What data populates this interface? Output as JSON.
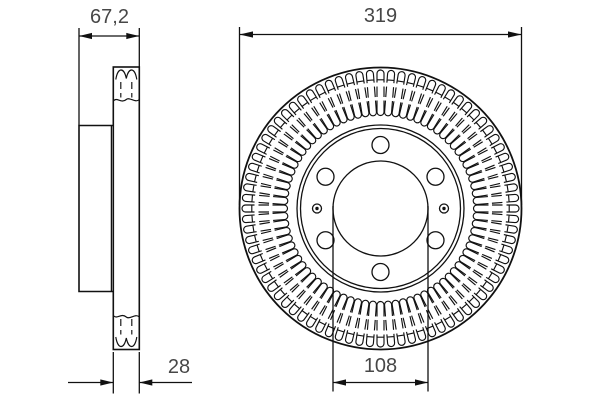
{
  "drawing": {
    "kind": "brake-disc-technical-drawing",
    "dimensions": {
      "overall_width_mm": "67,2",
      "outer_diameter_mm": "319",
      "center_bore_mm": "108",
      "thickness_mm": "28"
    },
    "front_view": {
      "vent_slot_count": 80,
      "bolt_hole_count": 6,
      "bolt_hole_angles_deg": [
        90,
        150,
        210,
        270,
        330,
        30
      ],
      "pin_hole_angles_deg": [
        0,
        180
      ]
    },
    "colors": {
      "line": "#111111",
      "text": "#474747",
      "background": "#ffffff"
    }
  }
}
